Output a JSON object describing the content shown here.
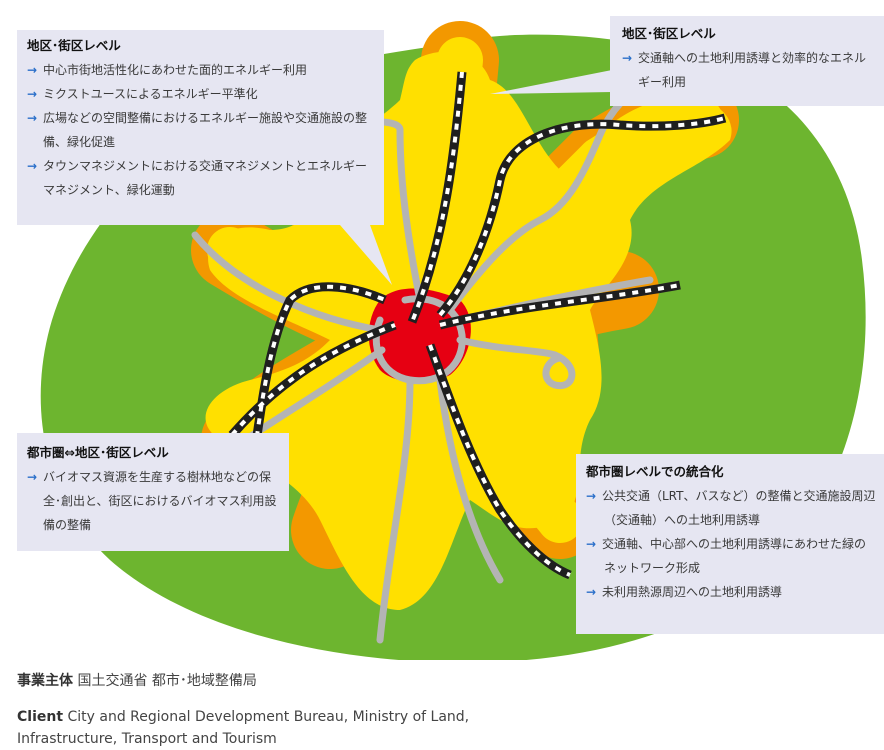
{
  "colors": {
    "green": "#6db52f",
    "yellow": "#ffe000",
    "orange": "#f39800",
    "red": "#e60012",
    "road": "#b4b4b4",
    "rail_dark": "#1f1f1f",
    "callout_bg": "#e6e6f2",
    "arrow": "#2a6fc9"
  },
  "callout_district_left": {
    "title": "地区･街区レベル",
    "arrow": "→",
    "items": [
      "中心市街地活性化にあわせた面的エネルギー利用",
      "ミクストユースによるエネルギー平準化",
      "広場などの空間整備におけるエネルギー施設や交通施設の整備、緑化促進",
      "タウンマネジメントにおける交通マネジメントとエネルギーマネジメント、緑化運動"
    ]
  },
  "callout_district_right": {
    "title": "地区･街区レベル",
    "arrow": "→",
    "items": [
      "交通軸への土地利用誘導と効率的なエネルギー利用"
    ]
  },
  "callout_metro_district": {
    "title": "都市圏⇔地区･街区レベル",
    "arrow": "→",
    "items": [
      "バイオマス資源を生産する樹林地などの保全･創出と、街区におけるバイオマス利用設備の整備"
    ]
  },
  "callout_metro": {
    "title": "都市圏レベルでの統合化",
    "arrow": "→",
    "items": [
      "公共交通（LRT、バスなど）の整備と交通施設周辺（交通軸）への土地利用誘導",
      "交通軸、中心部への土地利用誘導にあわせた緑のネットワーク形成",
      "未利用熱源周辺への土地利用誘導"
    ]
  },
  "footer": {
    "jp_label": "事業主体",
    "jp_text": "国土交通省 都市･地域整備局",
    "en_label": "Client",
    "en_text": "City and Regional Development Bureau, Ministry of Land, Infrastructure, Transport and Tourism"
  }
}
